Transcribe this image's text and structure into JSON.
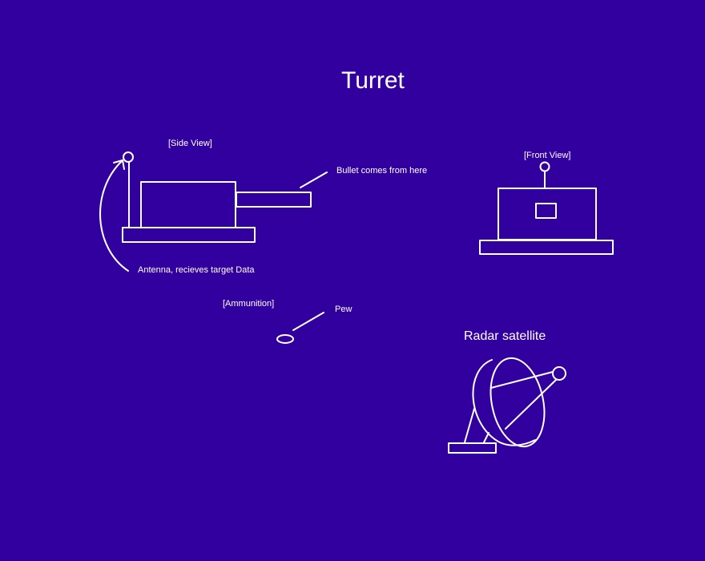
{
  "colors": {
    "background": "#3300a0",
    "stroke": "#ffffff"
  },
  "title": "Turret",
  "side_view": {
    "label": "[Side View]",
    "bullet_note": "Bullet comes from here",
    "antenna_note": "Antenna, recieves target Data"
  },
  "front_view": {
    "label": "[Front View]"
  },
  "ammunition": {
    "label": "[Ammunition]",
    "note": "Pew"
  },
  "radar": {
    "label": "Radar satellite"
  }
}
